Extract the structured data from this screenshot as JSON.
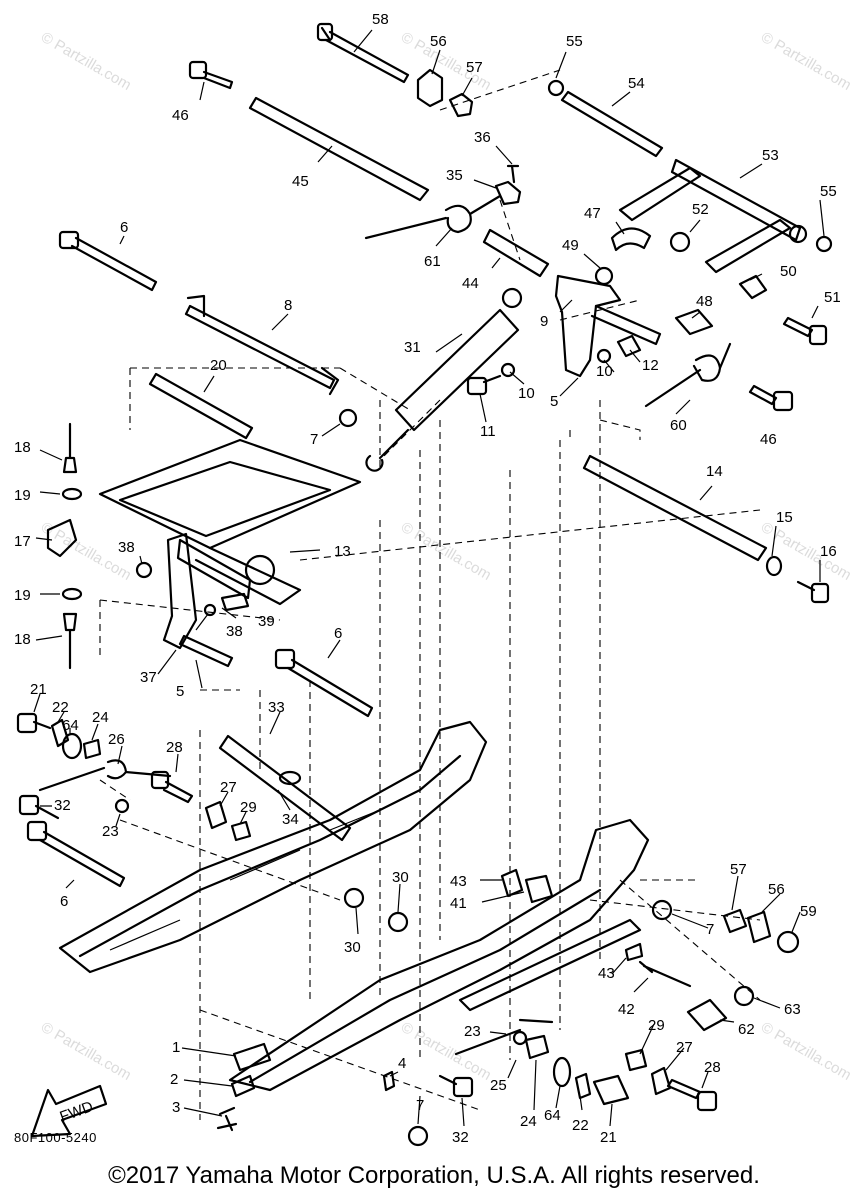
{
  "callouts": [
    {
      "id": "c58",
      "label": "58"
    },
    {
      "id": "c56a",
      "label": "56"
    },
    {
      "id": "c57a",
      "label": "57"
    },
    {
      "id": "c55a",
      "label": "55"
    },
    {
      "id": "c54",
      "label": "54"
    },
    {
      "id": "c46a",
      "label": "46"
    },
    {
      "id": "c36",
      "label": "36"
    },
    {
      "id": "c35",
      "label": "35"
    },
    {
      "id": "c45",
      "label": "45"
    },
    {
      "id": "c53",
      "label": "53"
    },
    {
      "id": "c55b",
      "label": "55"
    },
    {
      "id": "c52",
      "label": "52"
    },
    {
      "id": "c47",
      "label": "47"
    },
    {
      "id": "c6a",
      "label": "6"
    },
    {
      "id": "c61",
      "label": "61"
    },
    {
      "id": "c49",
      "label": "49"
    },
    {
      "id": "c44",
      "label": "44"
    },
    {
      "id": "c50",
      "label": "50"
    },
    {
      "id": "c51",
      "label": "51"
    },
    {
      "id": "c8",
      "label": "8"
    },
    {
      "id": "c9",
      "label": "9"
    },
    {
      "id": "c48",
      "label": "48"
    },
    {
      "id": "c31",
      "label": "31"
    },
    {
      "id": "c12",
      "label": "12"
    },
    {
      "id": "c10a",
      "label": "10"
    },
    {
      "id": "c10b",
      "label": "10"
    },
    {
      "id": "c5a",
      "label": "5"
    },
    {
      "id": "c20",
      "label": "20"
    },
    {
      "id": "c11",
      "label": "11"
    },
    {
      "id": "c60",
      "label": "60"
    },
    {
      "id": "c46b",
      "label": "46"
    },
    {
      "id": "c7a",
      "label": "7"
    },
    {
      "id": "c18a",
      "label": "18"
    },
    {
      "id": "c19a",
      "label": "19"
    },
    {
      "id": "c17",
      "label": "17"
    },
    {
      "id": "c38a",
      "label": "38"
    },
    {
      "id": "c13",
      "label": "13"
    },
    {
      "id": "c14",
      "label": "14"
    },
    {
      "id": "c15",
      "label": "15"
    },
    {
      "id": "c16",
      "label": "16"
    },
    {
      "id": "c19b",
      "label": "19"
    },
    {
      "id": "c39",
      "label": "39"
    },
    {
      "id": "c38b",
      "label": "38"
    },
    {
      "id": "c18b",
      "label": "18"
    },
    {
      "id": "c6b",
      "label": "6"
    },
    {
      "id": "c37",
      "label": "37"
    },
    {
      "id": "c5b",
      "label": "5"
    },
    {
      "id": "c21a",
      "label": "21"
    },
    {
      "id": "c22a",
      "label": "22"
    },
    {
      "id": "c64a",
      "label": "64"
    },
    {
      "id": "c24a",
      "label": "24"
    },
    {
      "id": "c33",
      "label": "33"
    },
    {
      "id": "c26",
      "label": "26"
    },
    {
      "id": "c28a",
      "label": "28"
    },
    {
      "id": "c27a",
      "label": "27"
    },
    {
      "id": "c29a",
      "label": "29"
    },
    {
      "id": "c32a",
      "label": "32"
    },
    {
      "id": "c23a",
      "label": "23"
    },
    {
      "id": "c34",
      "label": "34"
    },
    {
      "id": "c30a",
      "label": "30"
    },
    {
      "id": "c43a",
      "label": "43"
    },
    {
      "id": "c41",
      "label": "41"
    },
    {
      "id": "c57b",
      "label": "57"
    },
    {
      "id": "c56b",
      "label": "56"
    },
    {
      "id": "c59",
      "label": "59"
    },
    {
      "id": "c6c",
      "label": "6"
    },
    {
      "id": "c30b",
      "label": "30"
    },
    {
      "id": "c7b",
      "label": "7"
    },
    {
      "id": "c43b",
      "label": "43"
    },
    {
      "id": "c42",
      "label": "42"
    },
    {
      "id": "c63",
      "label": "63"
    },
    {
      "id": "c62",
      "label": "62"
    },
    {
      "id": "c1",
      "label": "1"
    },
    {
      "id": "c23b",
      "label": "23"
    },
    {
      "id": "c29b",
      "label": "29"
    },
    {
      "id": "c27b",
      "label": "27"
    },
    {
      "id": "c2",
      "label": "2"
    },
    {
      "id": "c25",
      "label": "25"
    },
    {
      "id": "c28b",
      "label": "28"
    },
    {
      "id": "c4",
      "label": "4"
    },
    {
      "id": "c24b",
      "label": "24"
    },
    {
      "id": "c3",
      "label": "3"
    },
    {
      "id": "c7c",
      "label": "7"
    },
    {
      "id": "c64b",
      "label": "64"
    },
    {
      "id": "c22b",
      "label": "22"
    },
    {
      "id": "c21b",
      "label": "21"
    },
    {
      "id": "c32b",
      "label": "32"
    }
  ],
  "arrow_label": "FWD",
  "diagram_code": "80F100-5240",
  "copyright": "©2017  Yamaha Motor Corporation, U.S.A. All rights reserved.",
  "watermark_text": "© Partzilla.com",
  "colors": {
    "ink": "#000000",
    "watermark": "#bfbfbf",
    "background": "#ffffff"
  }
}
